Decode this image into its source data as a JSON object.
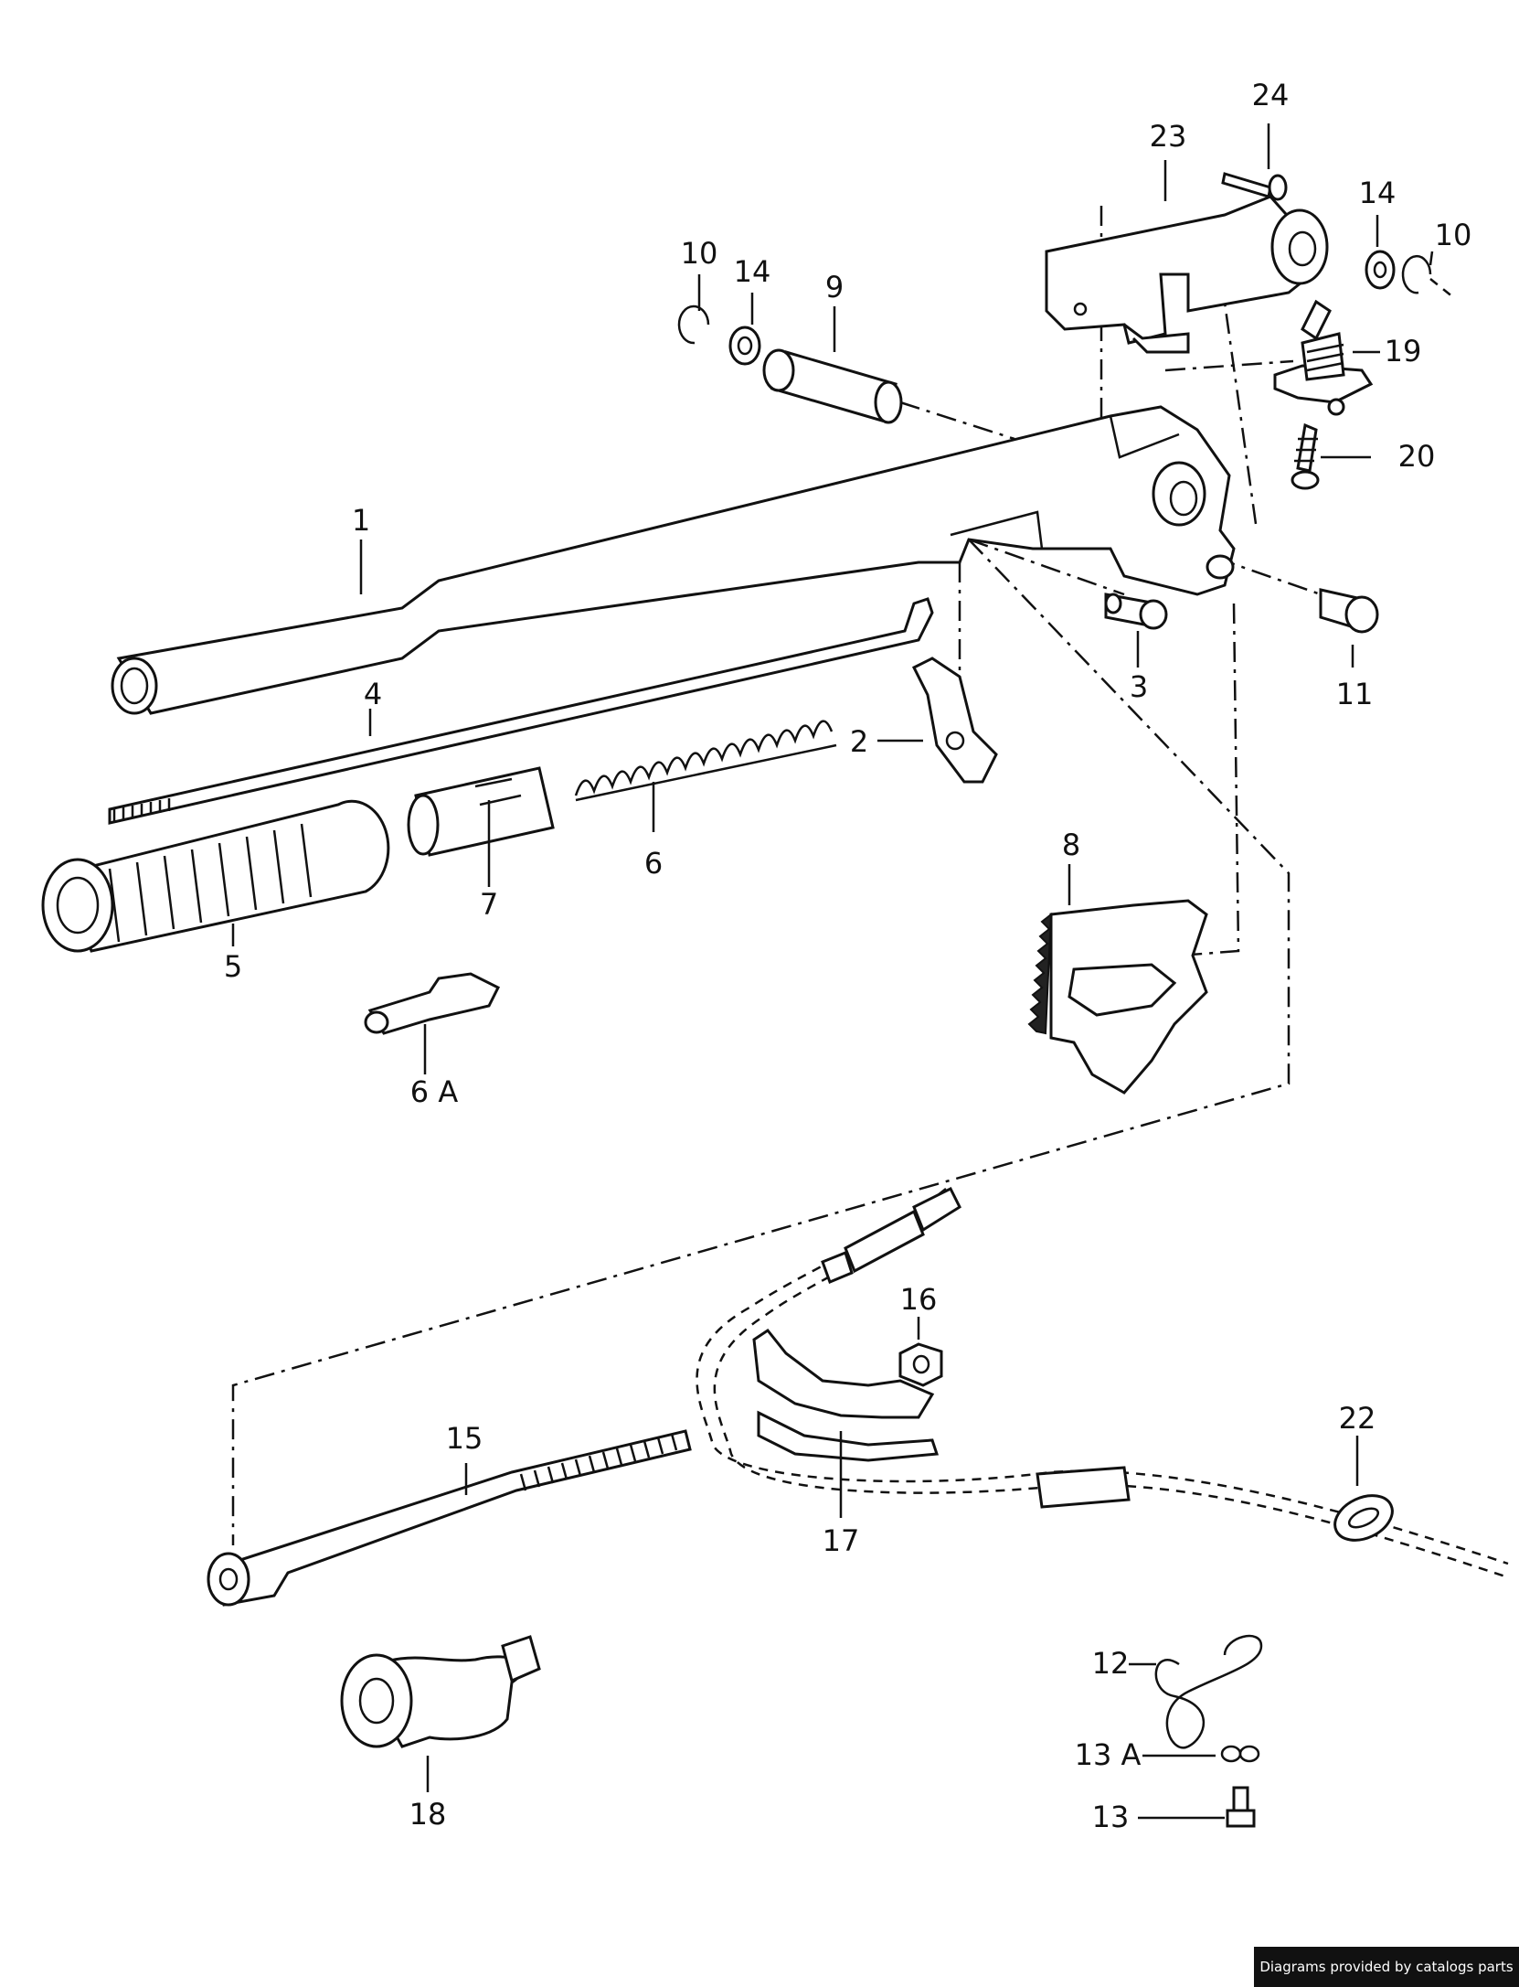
{
  "callouts": [
    {
      "id": "1",
      "label": "1"
    },
    {
      "id": "2",
      "label": "2"
    },
    {
      "id": "3",
      "label": "3"
    },
    {
      "id": "4",
      "label": "4"
    },
    {
      "id": "5",
      "label": "5"
    },
    {
      "id": "6",
      "label": "6"
    },
    {
      "id": "6A",
      "label": "6 A"
    },
    {
      "id": "7",
      "label": "7"
    },
    {
      "id": "8",
      "label": "8"
    },
    {
      "id": "9",
      "label": "9"
    },
    {
      "id": "10a",
      "label": "10"
    },
    {
      "id": "10b",
      "label": "10"
    },
    {
      "id": "11",
      "label": "11"
    },
    {
      "id": "12",
      "label": "12"
    },
    {
      "id": "13",
      "label": "13"
    },
    {
      "id": "13A",
      "label": "13 A"
    },
    {
      "id": "14a",
      "label": "14"
    },
    {
      "id": "14b",
      "label": "14"
    },
    {
      "id": "15",
      "label": "15"
    },
    {
      "id": "16",
      "label": "16"
    },
    {
      "id": "17",
      "label": "17"
    },
    {
      "id": "18",
      "label": "18"
    },
    {
      "id": "19",
      "label": "19"
    },
    {
      "id": "20",
      "label": "20"
    },
    {
      "id": "22",
      "label": "22"
    },
    {
      "id": "23",
      "label": "23"
    },
    {
      "id": "24",
      "label": "24"
    }
  ],
  "credit": "Diagrams provided by catalogs parts"
}
